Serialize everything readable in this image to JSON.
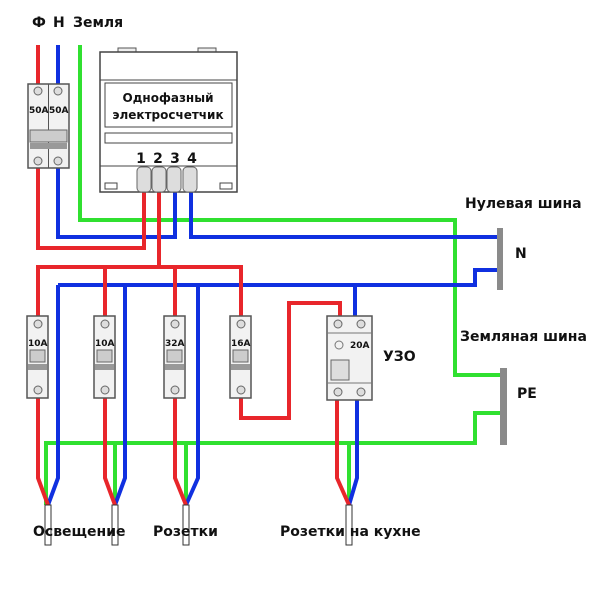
{
  "labels": {
    "phase": "Ф",
    "neutral": "Н",
    "ground": "Земля",
    "meter_line1": "Однофазный",
    "meter_line2": "электросчетчик",
    "terminals": [
      "1",
      "2",
      "3",
      "4"
    ],
    "neutral_bus": "Нулевая шина",
    "neutral_bus_mark": "N",
    "ground_bus": "Земляная шина",
    "ground_bus_mark": "PE",
    "rcd": "УЗО",
    "main_breaker": [
      "50A",
      "50A"
    ],
    "breakers": [
      "10A",
      "10A",
      "32A",
      "16A"
    ],
    "rcd_rating": "20A",
    "outputs": [
      "Освещение",
      "Розетки",
      "Розетки на кухне"
    ]
  },
  "colors": {
    "phase": "#e8262b",
    "neutral": "#1030e0",
    "ground": "#30e030",
    "bus": "#8a8a8a"
  }
}
